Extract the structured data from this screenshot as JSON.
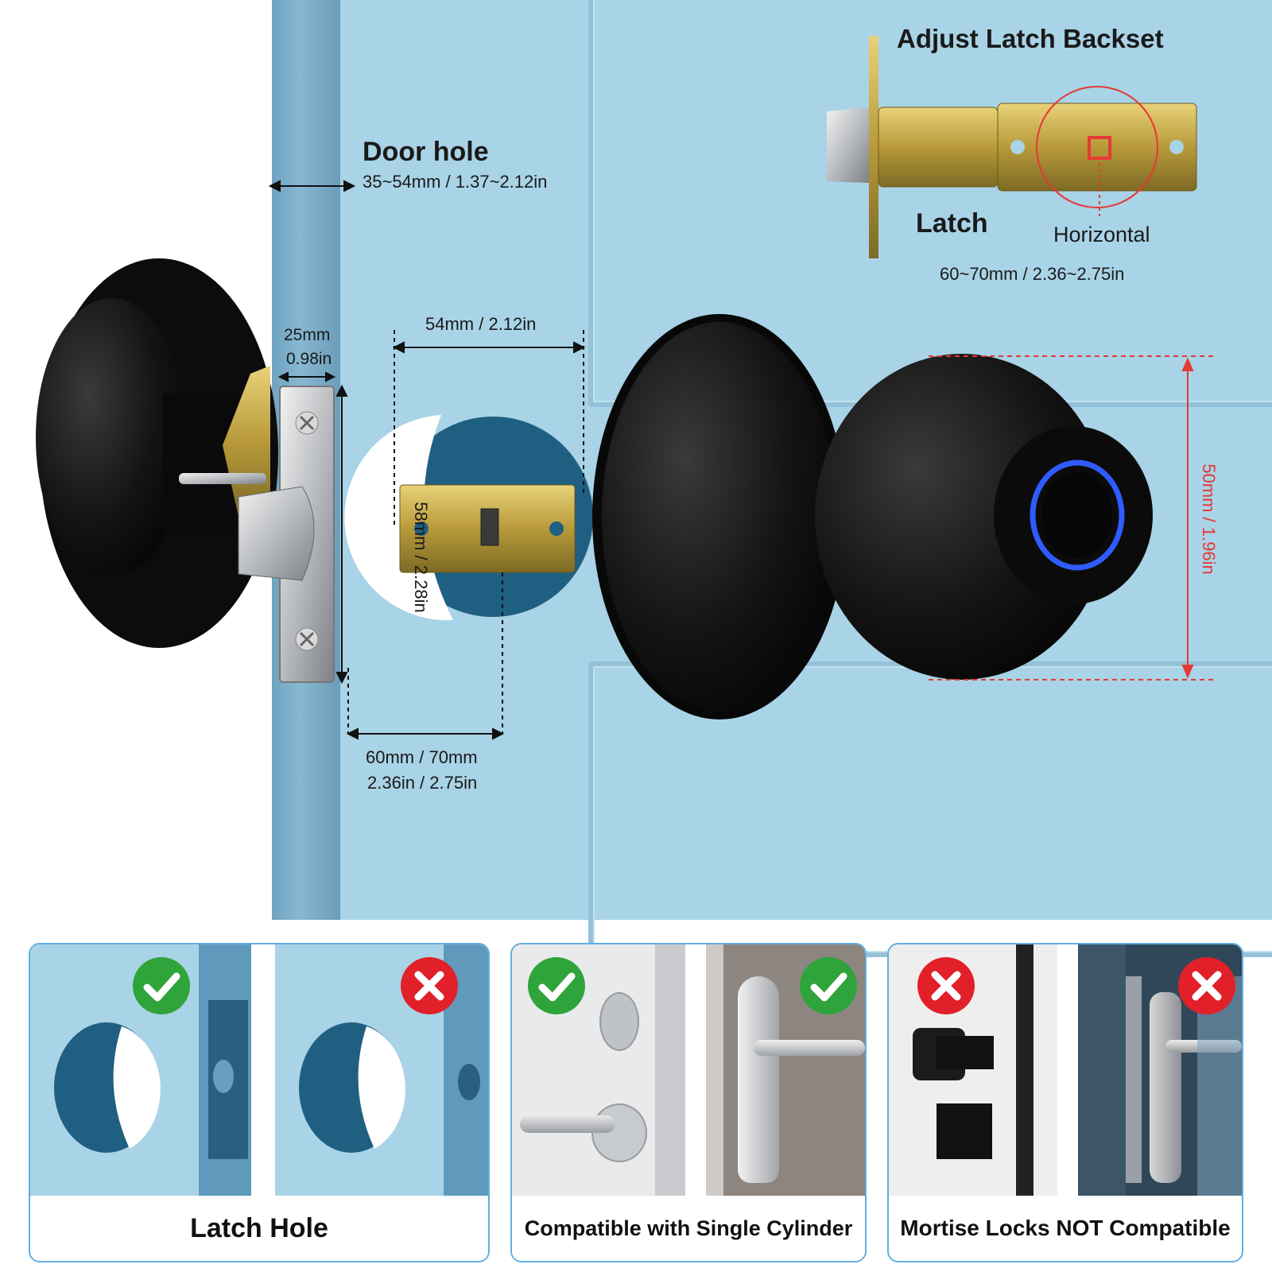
{
  "annotations": {
    "door_hole_title": "Door hole",
    "door_hole_dim": "35~54mm / 1.37~2.12in",
    "adjust_title": "Adjust Latch Backset",
    "latch_label": "Latch",
    "horizontal_label": "Horizontal",
    "backset_dim": "60~70mm / 2.36~2.75in",
    "plate_width_mm": "25mm",
    "plate_width_in": "0.98in",
    "bore_dim": "54mm / 2.12in",
    "plate_height": "58mm / 2.28in",
    "backset_mm": "60mm / 70mm",
    "backset_in": "2.36in / 2.75in",
    "knob_height": "50mm / 1.96in"
  },
  "cards": [
    {
      "label": "Latch Hole",
      "left_mark": "check",
      "right_mark": "cross"
    },
    {
      "label": "Compatible with Single Cylinder",
      "left_mark": "check",
      "right_mark": "check"
    },
    {
      "label": "Mortise Locks NOT Compatible",
      "left_mark": "cross",
      "right_mark": "cross"
    }
  ],
  "colors": {
    "door": "#a9d3e6",
    "door_edge": "#78aac6",
    "check_green": "#2ea43a",
    "cross_red": "#e2202a",
    "dim_red": "#e53935",
    "card_border": "#62aee0",
    "fingerprint_ring": "#2f5bff"
  }
}
